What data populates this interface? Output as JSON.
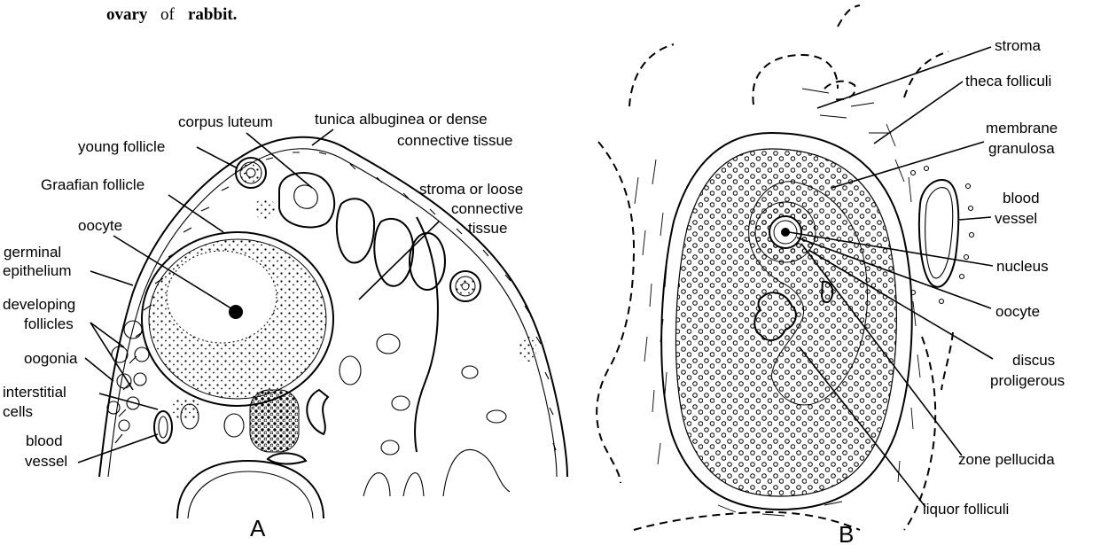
{
  "caption": {
    "part1": "ovary",
    "part2": "of",
    "part3": "rabbit."
  },
  "panel_a": {
    "letter": "A",
    "labels": {
      "corpus_luteum": "corpus luteum",
      "tunica_line1": "tunica albuginea or dense",
      "tunica_line2": "connective tissue",
      "young_follicle": "young follicle",
      "graafian_follicle": "Graafian follicle",
      "stroma_line1": "stroma or loose",
      "stroma_line2": "connective",
      "stroma_line3": "tissue",
      "oocyte": "oocyte",
      "germinal_line1": "germinal",
      "germinal_line2": "epithelium",
      "developing_line1": "developing",
      "developing_line2": "follicles",
      "oogonia": "oogonia",
      "interstitial_line1": "interstitial",
      "interstitial_line2": "cells",
      "blood_line1": "blood",
      "blood_line2": "vessel"
    }
  },
  "panel_b": {
    "letter": "B",
    "labels": {
      "stroma": "stroma",
      "theca_folliculi": "theca folliculi",
      "membrane_line1": "membrane",
      "membrane_line2": "granulosa",
      "blood_line1": "blood",
      "blood_line2": "vessel",
      "nucleus": "nucleus",
      "oocyte": "oocyte",
      "discus_line1": "discus",
      "discus_line2": "proligerous",
      "zone_pellucida": "zone pellucida",
      "liquor_folliculi": "liquor folliculi"
    }
  }
}
